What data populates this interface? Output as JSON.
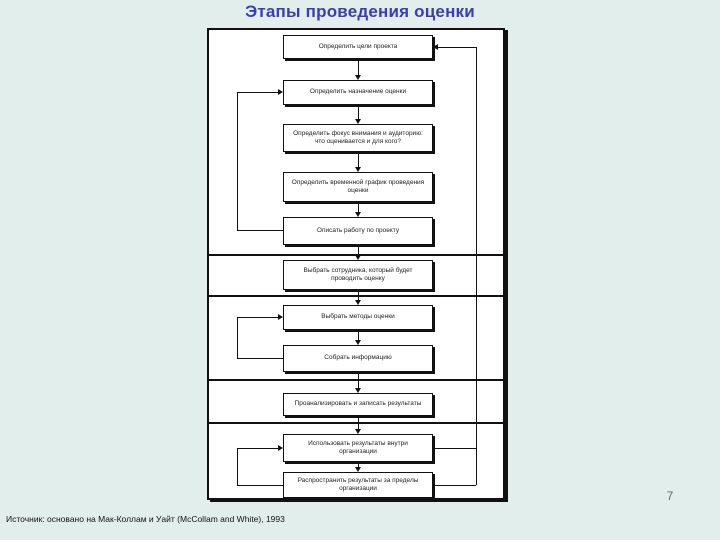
{
  "slide": {
    "title": "Этапы проведения оценки",
    "source_note": "Источник: основано на Мак-Коллам и Уайт (McCollam and White), 1993",
    "page_number": "7"
  },
  "colors": {
    "background": "#e1eeec",
    "title": "#3c3cb4",
    "panel_background": "#ffffff",
    "line": "#111111",
    "page_number": "#5a6b6b"
  },
  "flowchart": {
    "steps": [
      {
        "label": "Определить цели проекта"
      },
      {
        "label": "Определить назначение оценки"
      },
      {
        "label": "Определить фокус внимания и аудиторию: что оценивается и для кого?"
      },
      {
        "label": "Определить временной график проведения оценки"
      },
      {
        "label": "Описать работу по проекту"
      },
      {
        "label": "Выбрать сотрудника, который будет проводить оценку"
      },
      {
        "label": "Выбрать методы оценки"
      },
      {
        "label": "Собрать информацию"
      },
      {
        "label": "Проанализировать и записать результаты"
      },
      {
        "label": "Использовать результаты внутри организации"
      },
      {
        "label": "Распространить результаты за пределы организации"
      }
    ]
  }
}
